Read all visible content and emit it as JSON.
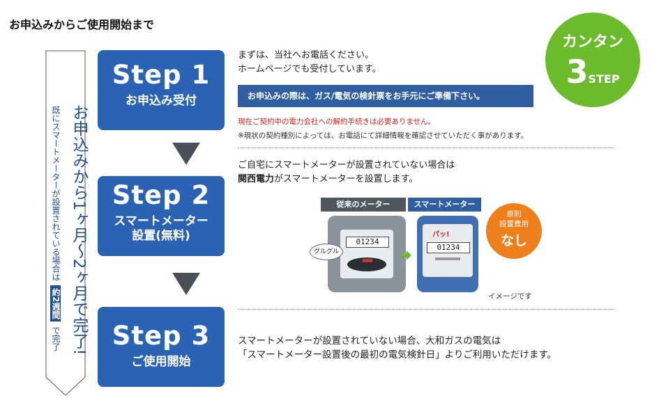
{
  "title": "お申込みからご使用開始まで",
  "timeline": {
    "main_text": "お申込みから1ヶ月〜2ヶ月で完了!",
    "sub_text_before": "既にスマートメーターが設置されている場合は",
    "badge": "約2週間",
    "sub_text_after": "で完了"
  },
  "badge3": {
    "line1": "カンタン",
    "big": "3",
    "small": "STEP"
  },
  "steps": [
    {
      "num": "Step 1",
      "sub": "お申込み受付"
    },
    {
      "num": "Step 2",
      "sub_l1": "スマートメーター",
      "sub_l2": "設置(無料)"
    },
    {
      "num": "Step 3",
      "sub": "ご使用開始"
    }
  ],
  "step1": {
    "line1": "まずは、当社へお電話ください。",
    "line2": "ホームページでも受付しています。",
    "banner": "お申込みの際は、ガス/電気の検針票をお手元にご準備下さい。",
    "red_note": "現在ご契約中の電力会社への解約手続きは必要ありません。",
    "note": "※現状の契約種別によっては、お電話にて詳細情報を確認させていただく事があります。"
  },
  "step2": {
    "line1": "ご自宅にスマートメーターが設置されていない場合は",
    "line2_bold": "関西電力",
    "line2_rest": "がスマートメーターを設置します。",
    "old_label": "従来のメーター",
    "new_label": "スマートメーター",
    "old_digits": "01234",
    "new_digits": "01234",
    "gurugu": "グルグル",
    "pa": "パッ!",
    "orange_l1": "原則",
    "orange_l2": "設置費用",
    "orange_l3": "なし",
    "image_note": "イメージです"
  },
  "step3": {
    "line1": "スマートメーターが設置されていない場合、大和ガスの電気は",
    "line2": "「スマートメーター設置後の最初の電気検針日」よりご利用いただけます。"
  },
  "colors": {
    "step_blue": "#2a63b3",
    "green": "#6cbb2d",
    "orange": "#ef7f1a",
    "red": "#d0201b"
  }
}
